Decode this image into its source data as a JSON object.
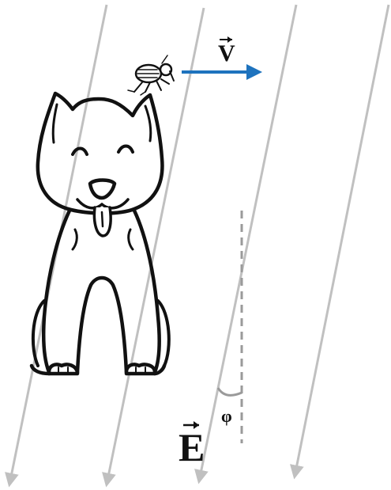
{
  "labels": {
    "velocity": "V",
    "field": "E",
    "angle": "φ"
  },
  "colors": {
    "field_lines": "#c0c0c0",
    "velocity_arrow": "#1e73be",
    "ink": "#111111",
    "reference_line": "#9a9a9a"
  },
  "icons": [
    "flea-icon",
    "dog-illustration"
  ]
}
